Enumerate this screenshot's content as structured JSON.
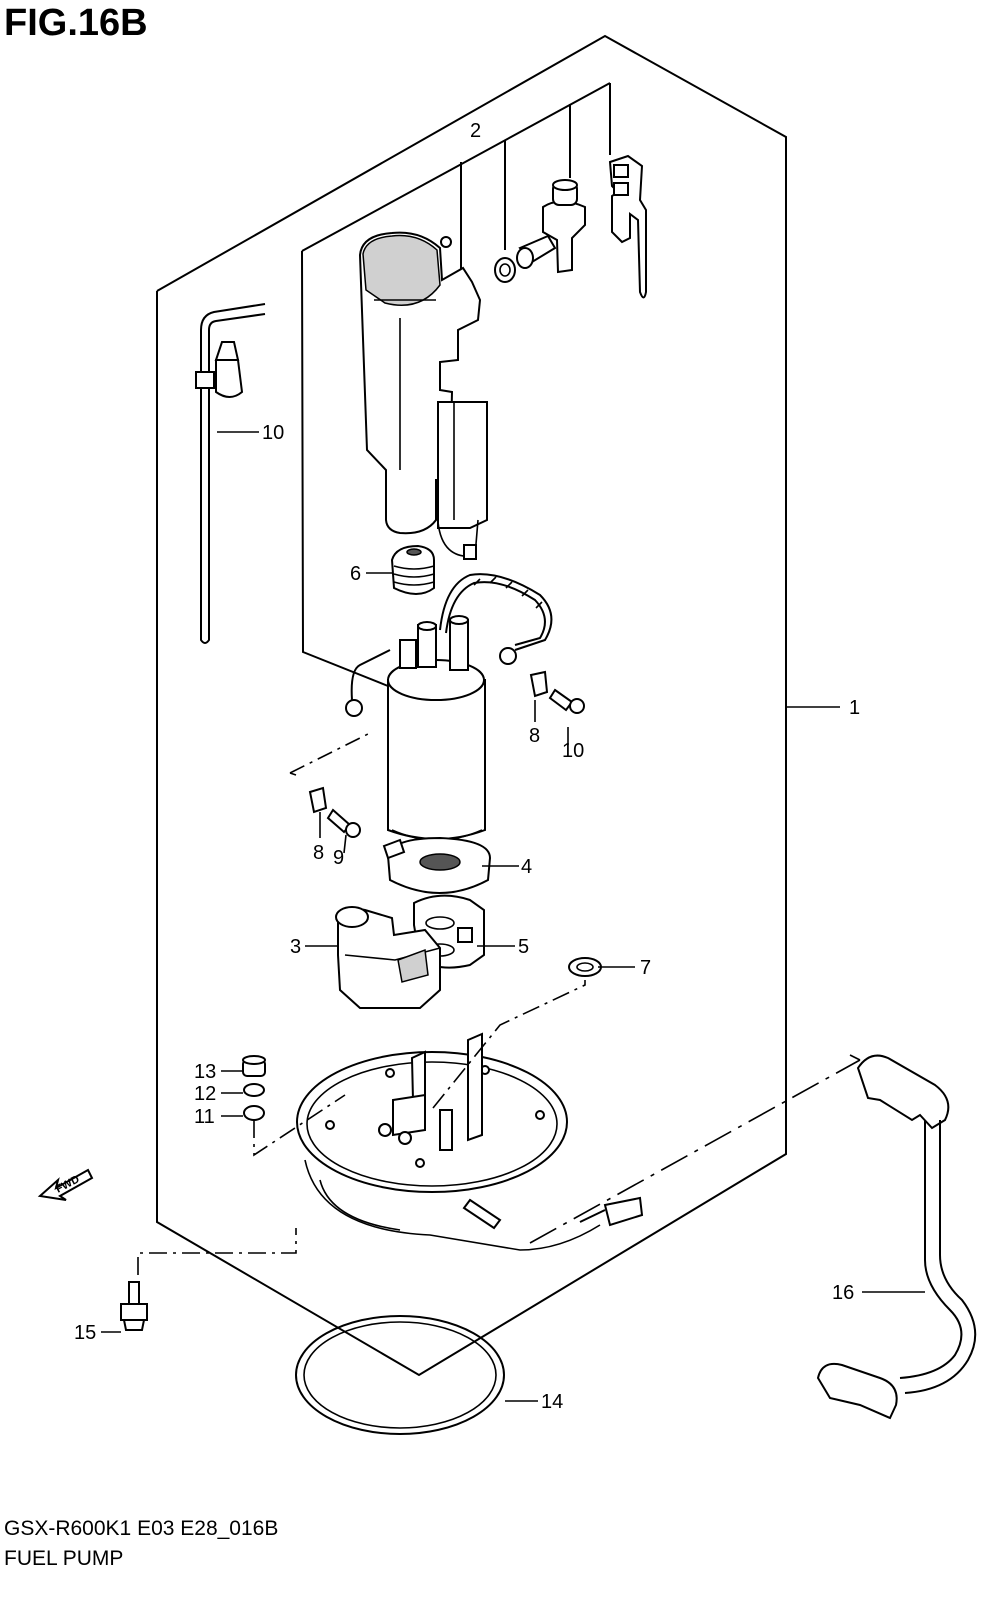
{
  "figure": {
    "title": "FIG.16B"
  },
  "footer": {
    "code": "GSX-R600K1 E03 E28_016B",
    "name": "FUEL PUMP"
  },
  "fwd_label": "FWD",
  "callouts": {
    "c1": "1",
    "c2": "2",
    "c3": "3",
    "c4": "4",
    "c5": "5",
    "c6": "6",
    "c7": "7",
    "c8a": "8",
    "c8b": "8",
    "c9": "9",
    "c10a": "10",
    "c10b": "10",
    "c11": "11",
    "c12": "12",
    "c13": "13",
    "c14": "14",
    "c15": "15",
    "c16": "16"
  }
}
